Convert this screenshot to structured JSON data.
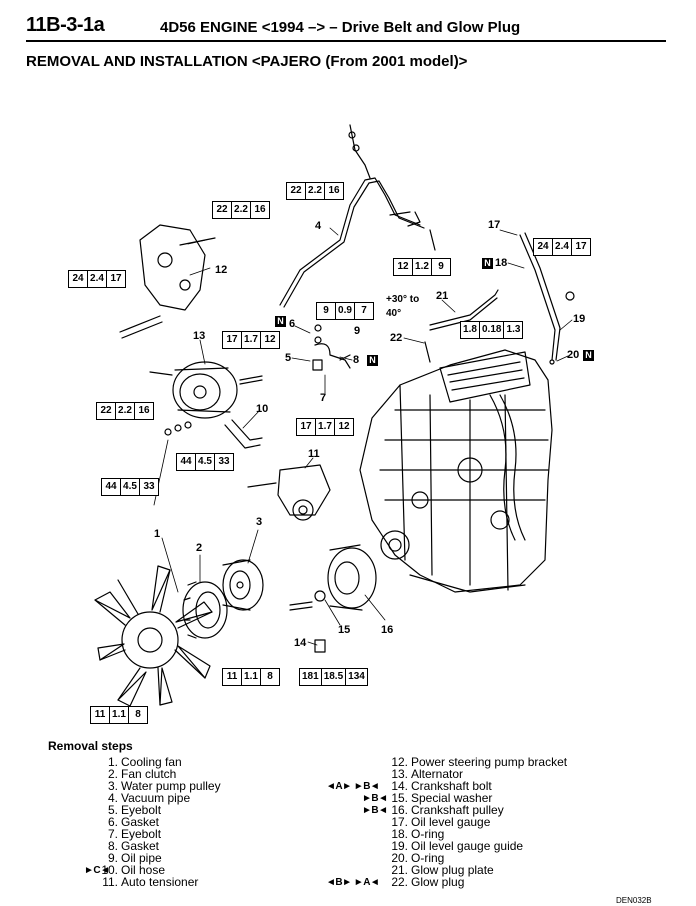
{
  "header": {
    "section": "11B-3-1a",
    "title": "4D56 ENGINE <1994 –> – Drive Belt and Glow Plug"
  },
  "subtitle": "REMOVAL AND INSTALLATION <PAJERO (From 2001 model)>",
  "torque_specs": [
    {
      "nm": "22",
      "kgfm": "2.2",
      "ftlb": "16"
    },
    {
      "nm": "22",
      "kgfm": "2.2",
      "ftlb": "16"
    },
    {
      "nm": "24",
      "kgfm": "2.4",
      "ftlb": "17"
    },
    {
      "nm": "12",
      "kgfm": "1.2",
      "ftlb": "9"
    },
    {
      "nm": "24",
      "kgfm": "2.4",
      "ftlb": "17"
    },
    {
      "nm": "9",
      "kgfm": "0.9",
      "ftlb": "7"
    },
    {
      "nm": "17",
      "kgfm": "1.7",
      "ftlb": "12"
    },
    {
      "nm": "1.8",
      "kgfm": "0.18",
      "ftlb": "1.3"
    },
    {
      "nm": "22",
      "kgfm": "2.2",
      "ftlb": "16"
    },
    {
      "nm": "17",
      "kgfm": "1.7",
      "ftlb": "12"
    },
    {
      "nm": "44",
      "kgfm": "4.5",
      "ftlb": "33"
    },
    {
      "nm": "44",
      "kgfm": "4.5",
      "ftlb": "33"
    },
    {
      "nm": "11",
      "kgfm": "1.1",
      "ftlb": "8"
    },
    {
      "nm": "181",
      "kgfm": "18.5",
      "ftlb": "134"
    },
    {
      "nm": "11",
      "kgfm": "1.1",
      "ftlb": "8"
    }
  ],
  "part_labels": [
    "1",
    "2",
    "3",
    "4",
    "5",
    "6",
    "7",
    "8",
    "9",
    "10",
    "11",
    "12",
    "13",
    "14",
    "15",
    "16",
    "17",
    "18",
    "19",
    "20",
    "21",
    "22"
  ],
  "new_part_badge": "N",
  "angle_note": "+30° to 40°",
  "removal_title": "Removal steps",
  "steps_left": [
    {
      "num": "1.",
      "text": "Cooling fan",
      "mark": ""
    },
    {
      "num": "2.",
      "text": "Fan clutch",
      "mark": ""
    },
    {
      "num": "3.",
      "text": "Water pump pulley",
      "mark": ""
    },
    {
      "num": "4.",
      "text": "Vacuum pipe",
      "mark": ""
    },
    {
      "num": "5.",
      "text": "Eyebolt",
      "mark": ""
    },
    {
      "num": "6.",
      "text": "Gasket",
      "mark": ""
    },
    {
      "num": "7.",
      "text": "Eyebolt",
      "mark": ""
    },
    {
      "num": "8.",
      "text": "Gasket",
      "mark": ""
    },
    {
      "num": "9.",
      "text": "Oil pipe",
      "mark": ""
    },
    {
      "num": "10.",
      "text": "Oil hose",
      "mark": "►C◄"
    },
    {
      "num": "11.",
      "text": "Auto tensioner",
      "mark": ""
    }
  ],
  "steps_right": [
    {
      "num": "12.",
      "text": "Power steering pump bracket",
      "mark": ""
    },
    {
      "num": "13.",
      "text": "Alternator",
      "mark": ""
    },
    {
      "num": "14.",
      "text": "Crankshaft bolt",
      "mark": "◄A► ►B◄"
    },
    {
      "num": "15.",
      "text": "Special washer",
      "mark": "►B◄"
    },
    {
      "num": "16.",
      "text": "Crankshaft pulley",
      "mark": "►B◄"
    },
    {
      "num": "17.",
      "text": "Oil level gauge",
      "mark": ""
    },
    {
      "num": "18.",
      "text": "O-ring",
      "mark": ""
    },
    {
      "num": "19.",
      "text": "Oil level gauge guide",
      "mark": ""
    },
    {
      "num": "20.",
      "text": "O-ring",
      "mark": ""
    },
    {
      "num": "21.",
      "text": "Glow plug plate",
      "mark": ""
    },
    {
      "num": "22.",
      "text": "Glow plug",
      "mark": "◄B► ►A◄"
    }
  ],
  "doc_id": "DEN032B"
}
